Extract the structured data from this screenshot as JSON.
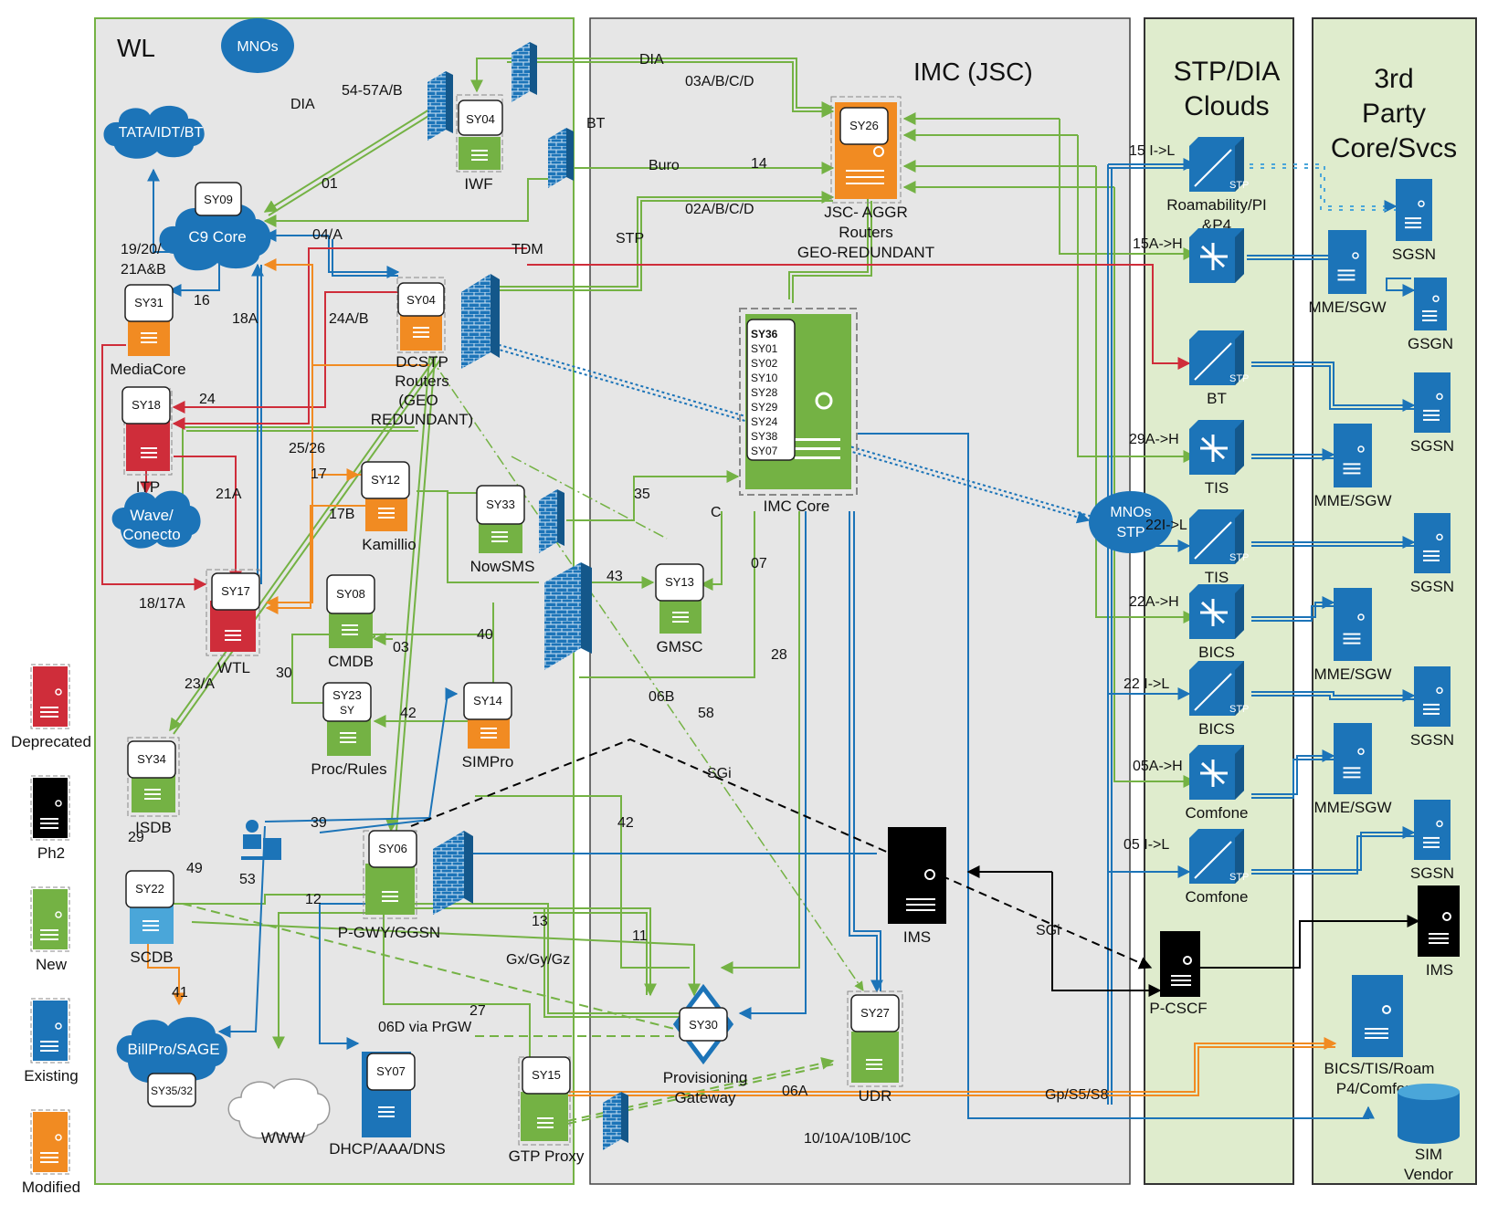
{
  "colors": {
    "deprecated": "#cf2d3a",
    "ph2": "#000000",
    "new": "#74b244",
    "existing": "#1c74b8",
    "modified": "#f18b22",
    "scdb": "#4aa6d9",
    "cloud": "#1c74b8",
    "wl_fill": "#e6e6e6",
    "wl_border": "#74b244",
    "imc_fill": "#e6e6e6",
    "stp_fill": "#dfeccd",
    "third_fill": "#dfeccd"
  },
  "zones": {
    "wl": "WL",
    "imc": "IMC (JSC)",
    "stp_line1": "STP/DIA",
    "stp_line2": "Clouds",
    "third_line1": "3rd",
    "third_line2": "Party",
    "third_line3": "Core/Svcs"
  },
  "legend": [
    {
      "label": "Deprecated",
      "kind": "deprecated"
    },
    {
      "label": "Ph2",
      "kind": "ph2"
    },
    {
      "label": "New",
      "kind": "new"
    },
    {
      "label": "Existing",
      "kind": "existing"
    },
    {
      "label": "Modified",
      "kind": "modified"
    }
  ],
  "clouds": {
    "mnos": "MNOs",
    "tata": "TATA/IDT/BT",
    "c9core": "C9 Core",
    "wave1": "Wave/",
    "wave2": "Conecto",
    "billpro": "BillPro/SAGE",
    "www": "WWW",
    "mnos_stp1": "MNOs",
    "mnos_stp2": "STP"
  },
  "nodes": {
    "sy04_iwf_badge": "SY04",
    "iwf": "IWF",
    "sy09": "SY09",
    "sy31": "SY31",
    "mediacore": "MediaCore",
    "sy04_dcstp_badge": "SY04",
    "dcstp1": "DCSTP",
    "dcstp2": "Routers",
    "dcstp3": "(GEO",
    "dcstp4": "REDUNDANT)",
    "sy18": "SY18",
    "itp": "ITP",
    "sy12": "SY12",
    "kamillio": "Kamillio",
    "sy33": "SY33",
    "nowsms": "NowSMS",
    "sy17": "SY17",
    "wtl": "WTL",
    "sy08": "SY08",
    "cmdb": "CMDB",
    "sy23a": "SY23",
    "sy23b": "SY",
    "procrules": "Proc/Rules",
    "sy14": "SY14",
    "simpro": "SIMPro",
    "sy34": "SY34",
    "isdb": "ISDB",
    "sy22": "SY22",
    "scdb": "SCDB",
    "sy06": "SY06",
    "pgw": "P-GWY/GGSN",
    "sy07": "SY07",
    "dhcp": "DHCP/AAA/DNS",
    "sy15": "SY15",
    "gtpproxy": "GTP Proxy",
    "sy35": "SY35/32",
    "sy26": "SY26",
    "jsc1": "JSC- AGGR",
    "jsc2": "Routers",
    "jsc3": "GEO-REDUNDANT",
    "imccore": "IMC Core",
    "imc_list": [
      "SY36",
      "SY01",
      "SY02",
      "SY10",
      "SY28",
      "SY29",
      "SY24",
      "SY38",
      "SY07"
    ],
    "sy13": "SY13",
    "gmsc": "GMSC",
    "ims_mid": "IMS",
    "sy30": "SY30",
    "prov1": "Provisioning",
    "prov2": "Gateway",
    "sy27": "SY27",
    "udr": "UDR",
    "roam1": "Roamability/PI",
    "roam2": "&P4",
    "bt": "BT",
    "tis_router": "TIS",
    "tis_stp": "TIS",
    "bics_router": "BICS",
    "bics_stp": "BICS",
    "comfone_router": "Comfone",
    "comfone_stp": "Comfone",
    "pcscf": "P-CSCF",
    "sgsn1": "SGSN",
    "gsgn": "GSGN",
    "mme1": "MME/SGW",
    "sgsn2": "SGSN",
    "mme2": "MME/SGW",
    "sgsn3": "SGSN",
    "mme3": "MME/SGW",
    "sgsn4": "SGSN",
    "mme4": "MME/SGW",
    "sgsn5": "SGSN",
    "ims_third": "IMS",
    "bics_tis1": "BICS/TIS/Roam",
    "bics_tis2": "P4/Comfone",
    "sim1": "SIM",
    "sim2": "Vendor",
    "stp_badge": "STP"
  },
  "labels": {
    "dia_left": "DIA",
    "l5457": "54-57A/B",
    "dia_top": "DIA",
    "l03abcd": "03A/B/C/D",
    "bt_label": "BT",
    "buro": "Buro",
    "l14": "14",
    "l01": "01",
    "l02abcd": "02A/B/C/D",
    "stp_label": "STP",
    "l04a": "04/A",
    "tdm": "TDM",
    "l192021": "19/20/",
    "l21ab": "21A&B",
    "l16": "16",
    "l18a": "18A",
    "l24ab": "24A/B",
    "l24": "24",
    "l2526": "25/26",
    "l17": "17",
    "l21a": "21A",
    "l17b": "17B",
    "l35": "35",
    "lc": "C",
    "l43": "43",
    "l07": "07",
    "l1817a": "18/17A",
    "l40": "40",
    "l03": "03",
    "l30": "30",
    "l42a": "42",
    "l28": "28",
    "l06b": "06B",
    "l58": "58",
    "l23a": "23/A",
    "sgi1": "SGi",
    "l39": "39",
    "l42b": "42",
    "l29": "29",
    "l49": "49",
    "l53": "53",
    "l12": "12",
    "l13": "13",
    "l11": "11",
    "gxgygz": "Gx/Gy/Gz",
    "l41": "41",
    "l27": "27",
    "l06d": "06D via PrGW",
    "l06a": "06A",
    "sgi2": "SGi",
    "gps5s8": "Gp/S5/S8",
    "l10": "10/10A/10B/10C",
    "l15il": "15 I->L",
    "l15ah": "15A->H",
    "l29ah": "29A->H",
    "l22il_a": "22I->L",
    "l22ah": "22A->H",
    "l22il_b": "22 I->L",
    "l05ah": "05A->H",
    "l05il": "05 I->L"
  }
}
